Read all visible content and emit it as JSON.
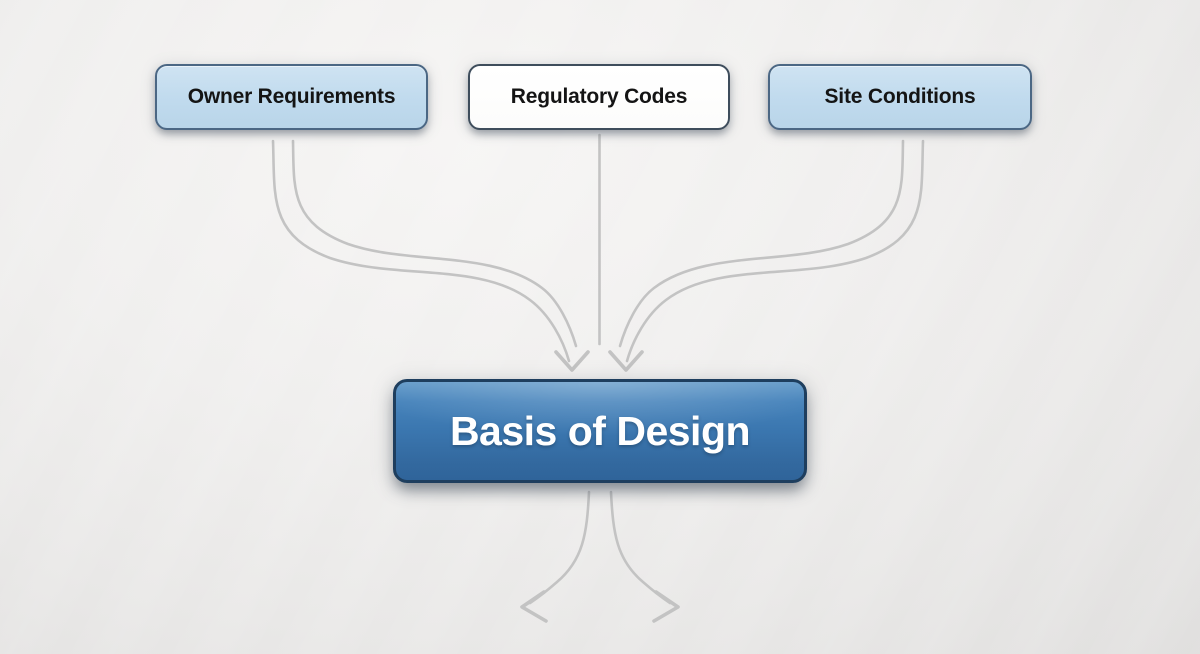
{
  "diagram": {
    "nodes": {
      "owner": {
        "label": "Owner Requirements",
        "fill": "#c1dbee",
        "border": "#4b6784",
        "text_color": "#141414"
      },
      "regulatory": {
        "label": "Regulatory Codes",
        "fill": "#ffffff",
        "border": "#3e4d5c",
        "text_color": "#141414"
      },
      "site": {
        "label": "Site Conditions",
        "fill": "#c1dbee",
        "border": "#4b6784",
        "text_color": "#141414"
      },
      "basis": {
        "label": "Basis of Design",
        "fill_top": "#639ac9",
        "fill_bottom": "#2f649a",
        "border": "#1e3e5e",
        "text_color": "#ffffff"
      }
    },
    "edges": [
      {
        "from": "Owner Requirements",
        "to": "Basis of Design"
      },
      {
        "from": "Regulatory Codes",
        "to": "Basis of Design"
      },
      {
        "from": "Site Conditions",
        "to": "Basis of Design"
      },
      {
        "from": "Basis of Design",
        "to": "unlabeled output (bottom-left)"
      },
      {
        "from": "Basis of Design",
        "to": "unlabeled output (bottom-right)"
      }
    ],
    "connectors": {
      "color": "#c3c3c3",
      "line_width": "2.6",
      "arrowhead_width": "3.6"
    }
  }
}
